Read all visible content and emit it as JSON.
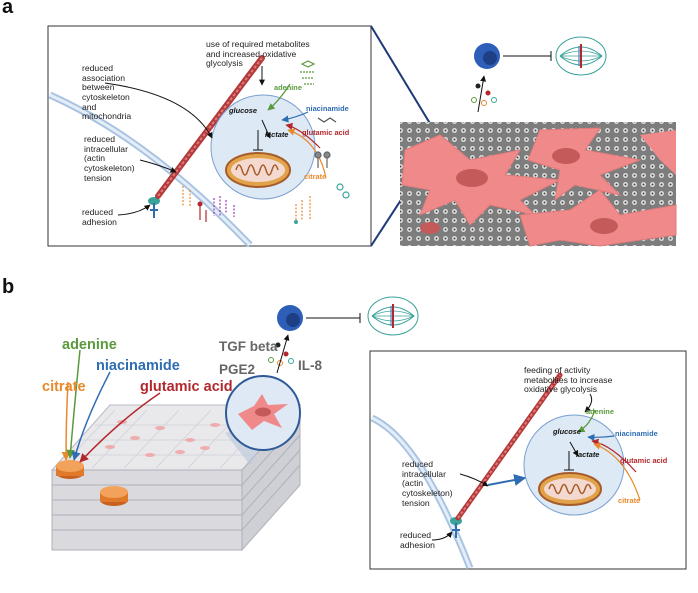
{
  "panel_a": {
    "letter": "a",
    "labels": {
      "association": "reduced\nassociation\nbetween\ncytoskeleton\nand\nmitochondria",
      "tension": "reduced\nintracellular\n(actin\ncytoskeleton)\ntension",
      "adhesion": "reduced\nadhesion",
      "metabolites": "use of required metabolites\nand increased oxidative\nglycolysis"
    },
    "metabolites": {
      "adenine": "adenine",
      "glucose": "glucose",
      "niacinamide": "niacinamide",
      "lactate": "lactate",
      "glutamic_acid": "glutamic acid",
      "citrate": "citrate"
    }
  },
  "panel_b": {
    "letter": "b",
    "factors": {
      "tgf": "TGF beta",
      "pge2": "PGE2",
      "il8": "IL-8"
    },
    "supplements": {
      "adenine": "adenine",
      "niacinamide": "niacinamide",
      "citrate": "citrate",
      "glutamic_acid": "glutamic acid"
    },
    "labels": {
      "feeding": "feeding of activity\nmetabolites to increase\noxidative glycolysis",
      "tension": "reduced\nintracellular\n(actin\ncytoskeleton)\ntension",
      "adhesion": "reduced\nadhesion"
    },
    "metabolites": {
      "adenine": "adenine",
      "glucose": "glucose",
      "niacinamide": "niacinamide",
      "lactate": "lactate",
      "glutamic_acid": "glutamic acid",
      "citrate": "citrate"
    }
  },
  "colors": {
    "adenine": "#5a9a3c",
    "niacinamide": "#2f6db3",
    "glutamic_acid": "#b3282d",
    "citrate": "#e8892b",
    "cell_pink": "#f08a8a",
    "nucleus": "#c45a5a",
    "t_cell": "#2e5fb8",
    "grid_dark": "#7a7a7a"
  }
}
